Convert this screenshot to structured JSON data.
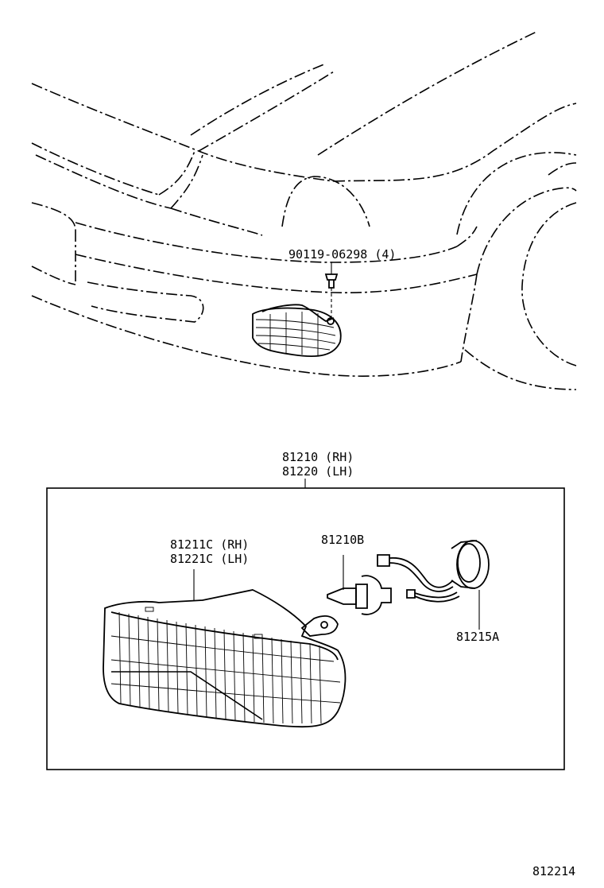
{
  "labels": {
    "bolt": "90119-06298 (4)",
    "assembly_rh": "81210 (RH)",
    "assembly_lh": "81220 (LH)",
    "lens_rh": "81211C (RH)",
    "lens_lh": "81221C (LH)",
    "bulb": "81210B",
    "socket": "81215A",
    "figure_number": "812214"
  }
}
